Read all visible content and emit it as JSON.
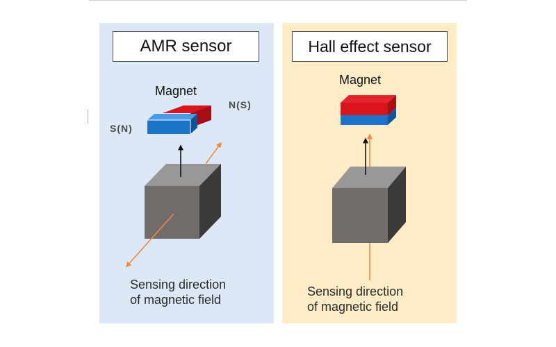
{
  "amr": {
    "title": "AMR sensor",
    "magnet_label": "Magnet",
    "pole_left": "S(N)",
    "pole_right": "N(S)",
    "sensing_line1": "Sensing direction",
    "sensing_line2": "of magnetic field"
  },
  "hall": {
    "title": "Hall effect sensor",
    "magnet_label": "Magnet",
    "sensing_line1": "Sensing direction",
    "sensing_line2": "of magnetic field"
  },
  "colors": {
    "amr_panel": "#dce8f5",
    "hall_panel": "#fdecc6",
    "magnet_red": "#d9141c",
    "magnet_blue": "#1a73c9",
    "cube_front": "#706c6a",
    "cube_top": "#9a9896",
    "cube_side": "#3c3a39",
    "arrow_orange": "#f08a40",
    "arrow_black": "#111111"
  }
}
